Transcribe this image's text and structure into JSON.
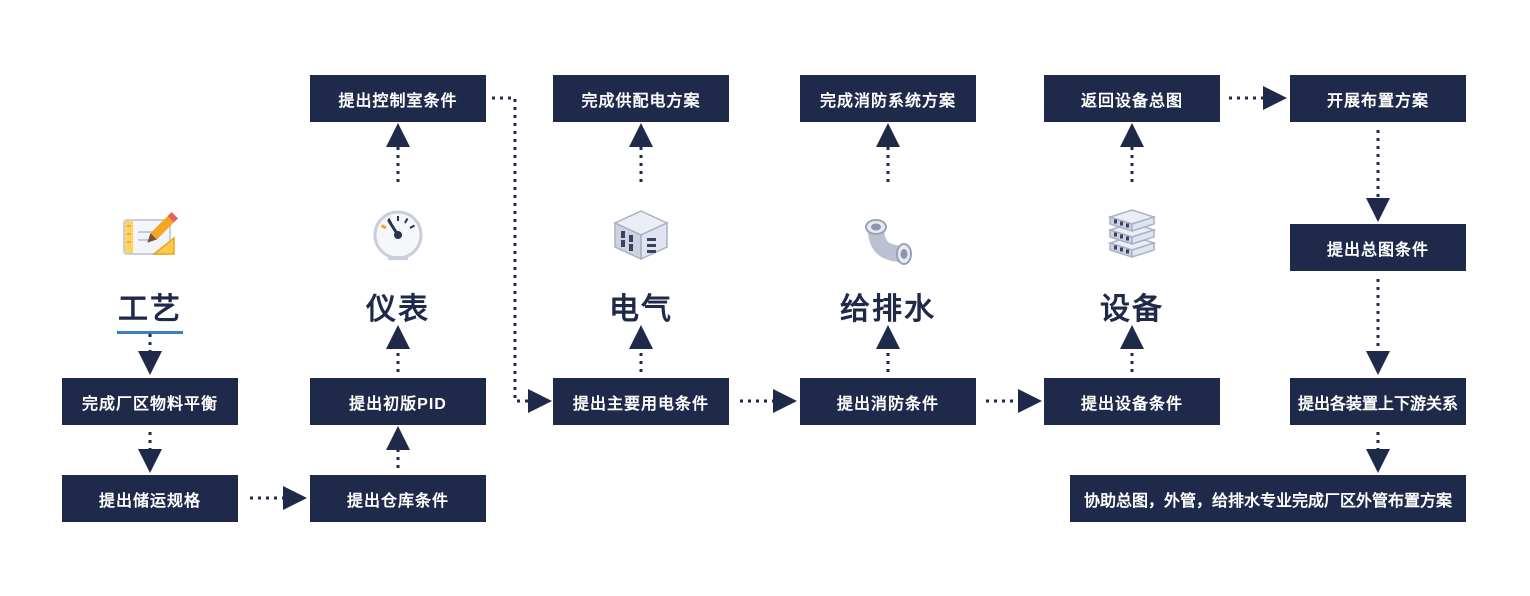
{
  "colors": {
    "node_bg": "#1f2a4b",
    "node_text": "#ffffff",
    "label_text": "#1f2a4b",
    "arrow": "#1f2a4b",
    "accent_orange": "#f5a623",
    "accent_yellow": "#ffd45e",
    "underline_blue": "#3f7fbf",
    "icon_light": "#eceef5",
    "icon_mid": "#cdd2e0",
    "icon_dark_slot": "#39425e"
  },
  "disciplines": [
    {
      "label": "工艺",
      "icon": "blueprint-pencil-icon"
    },
    {
      "label": "仪表",
      "icon": "gauge-icon"
    },
    {
      "label": "电气",
      "icon": "power-socket-icon"
    },
    {
      "label": "给排水",
      "icon": "pipe-elbow-icon"
    },
    {
      "label": "设备",
      "icon": "equipment-stack-icon"
    }
  ],
  "nodes": {
    "control_room": "提出控制室条件",
    "power_plan": "完成供配电方案",
    "fire_plan": "完成消防系统方案",
    "equipment_drawing": "返回设备总图",
    "layout_plan": "开展布置方案",
    "master_plan": "提出总图条件",
    "material_balance": "完成厂区物料平衡",
    "initial_pid": "提出初版PID",
    "power_conditions": "提出主要用电条件",
    "fire_conditions": "提出消防条件",
    "equipment_conditions": "提出设备条件",
    "upstream_downstream": "提出各装置上下游关系",
    "storage_spec": "提出储运规格",
    "warehouse": "提出仓库条件",
    "assist_piping": "协助总图，外管，给排水专业完成厂区外管布置方案"
  }
}
